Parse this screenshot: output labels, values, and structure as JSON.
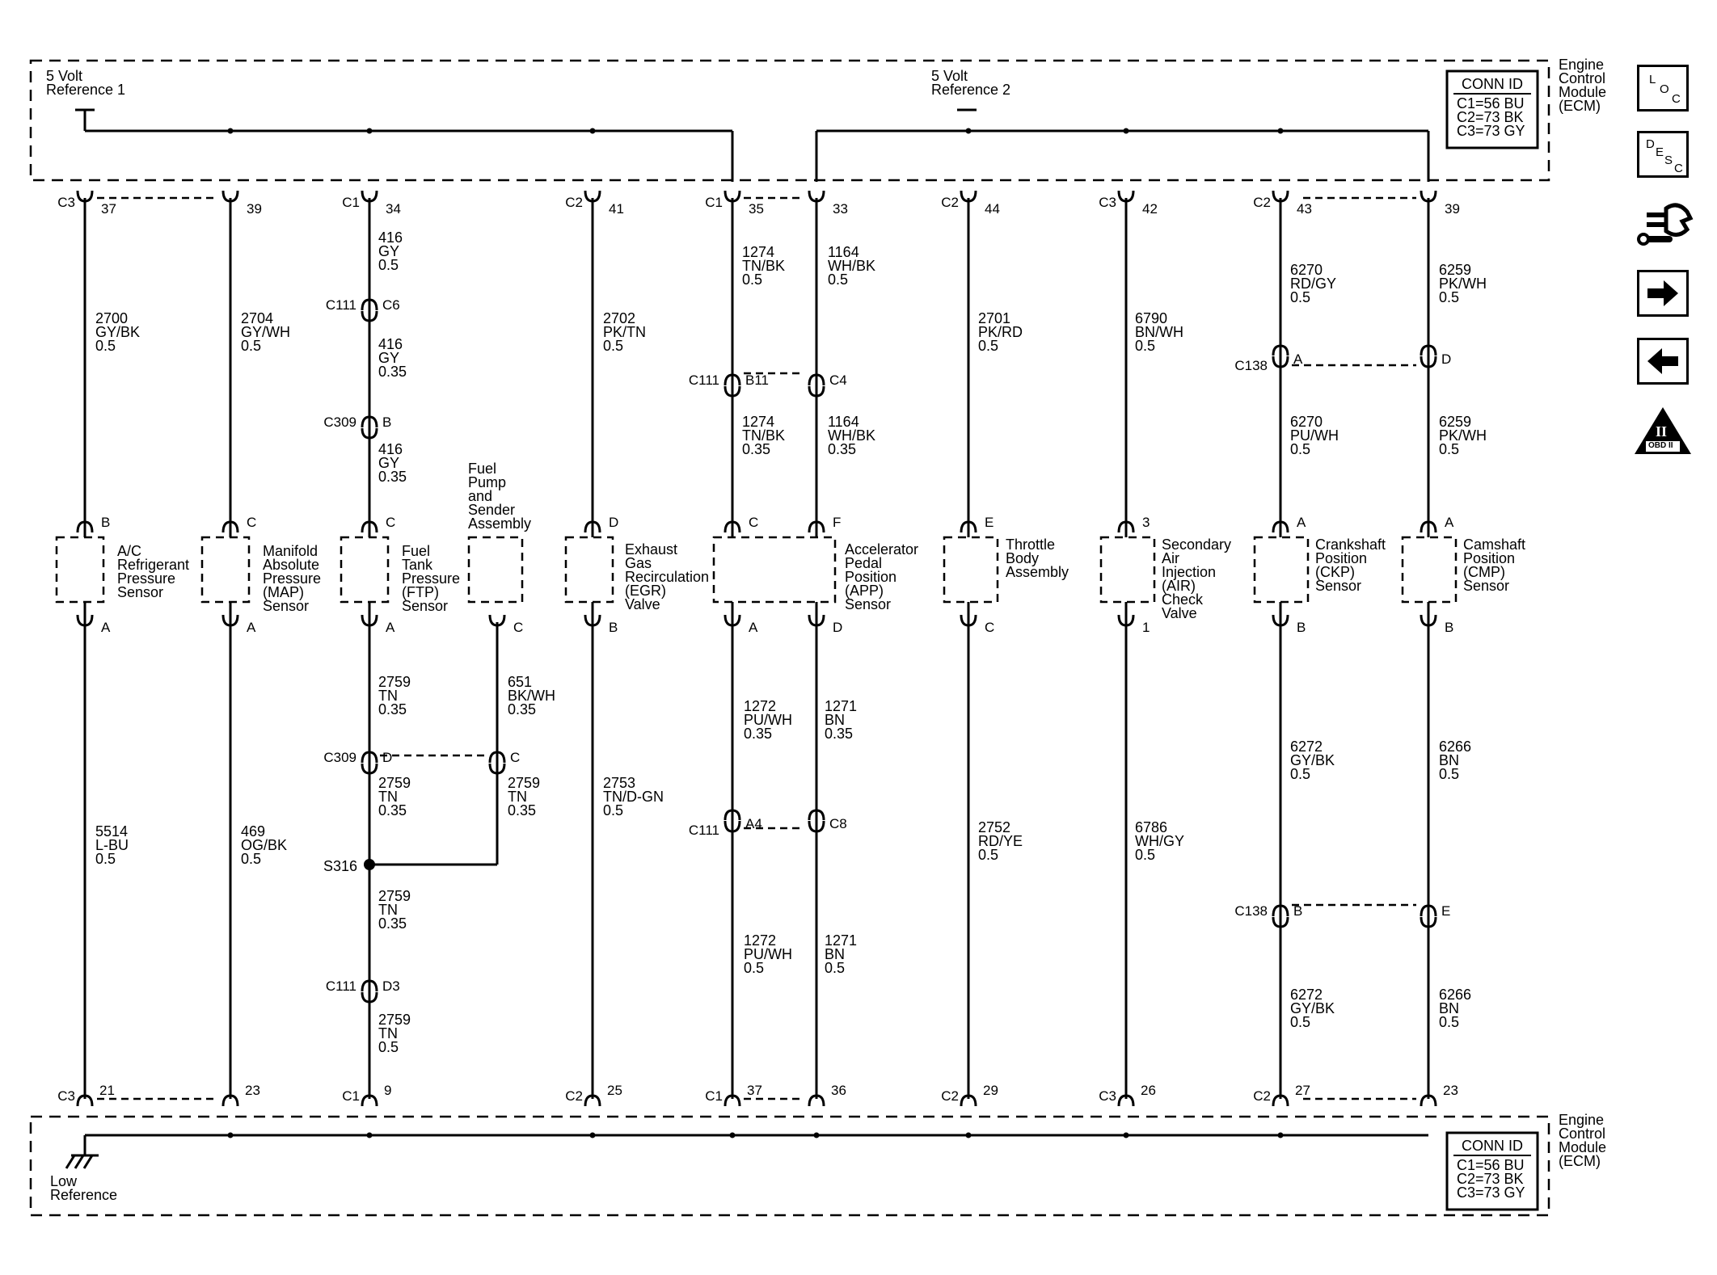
{
  "supply_labels": [
    {
      "lines": [
        "5 Volt",
        "Reference 1"
      ]
    },
    {
      "lines": [
        "5 Volt",
        "Reference 2"
      ]
    }
  ],
  "ground_label": {
    "lines": [
      "Low",
      "Reference"
    ]
  },
  "ecm_label": {
    "lines": [
      "Engine",
      "Control",
      "Module",
      "(ECM)"
    ]
  },
  "conn_id_box": {
    "title": "CONN ID",
    "lines": [
      "C1=56 BU",
      "C2=73 BK",
      "C3=73 GY"
    ]
  },
  "components": [
    {
      "name": "ac-refrigerant-pressure-sensor",
      "lines": [
        "A/C",
        "Refrigerant",
        "Pressure",
        "Sensor"
      ]
    },
    {
      "name": "map-sensor",
      "lines": [
        "Manifold",
        "Absolute",
        "Pressure",
        "(MAP)",
        "Sensor"
      ]
    },
    {
      "name": "ftp-sensor",
      "lines": [
        "Fuel",
        "Tank",
        "Pressure",
        "(FTP)",
        "Sensor"
      ]
    },
    {
      "name": "fuel-pump-sender-assembly",
      "lines": [
        "Fuel",
        "Pump",
        "and",
        "Sender",
        "Assembly"
      ]
    },
    {
      "name": "egr-valve",
      "lines": [
        "Exhaust",
        "Gas",
        "Recirculation",
        "(EGR)",
        "Valve"
      ]
    },
    {
      "name": "app-sensor",
      "lines": [
        "Accelerator",
        "Pedal",
        "Position",
        "(APP)",
        "Sensor"
      ]
    },
    {
      "name": "throttle-body-assembly",
      "lines": [
        "Throttle",
        "Body",
        "Assembly"
      ]
    },
    {
      "name": "air-check-valve",
      "lines": [
        "Secondary",
        "Air",
        "Injection",
        "(AIR)",
        "Check",
        "Valve"
      ]
    },
    {
      "name": "ckp-sensor",
      "lines": [
        "Crankshaft",
        "Position",
        "(CKP)",
        "Sensor"
      ]
    },
    {
      "name": "cmp-sensor",
      "lines": [
        "Camshaft",
        "Position",
        "(CMP)",
        "Sensor"
      ]
    }
  ],
  "ecm_pins_top": [
    {
      "conn": "C3",
      "pin": "37"
    },
    {
      "conn": "",
      "pin": "39"
    },
    {
      "conn": "C1",
      "pin": "34"
    },
    {
      "conn": "C2",
      "pin": "41"
    },
    {
      "conn": "C1",
      "pin": "35"
    },
    {
      "conn": "",
      "pin": "33"
    },
    {
      "conn": "C2",
      "pin": "44"
    },
    {
      "conn": "C3",
      "pin": "42"
    },
    {
      "conn": "C2",
      "pin": "43"
    },
    {
      "conn": "",
      "pin": "39"
    }
  ],
  "ecm_pins_bottom": [
    {
      "conn": "C3",
      "pin": "21"
    },
    {
      "conn": "",
      "pin": "23"
    },
    {
      "conn": "C1",
      "pin": "9"
    },
    {
      "conn": "C2",
      "pin": "25"
    },
    {
      "conn": "C1",
      "pin": "37"
    },
    {
      "conn": "",
      "pin": "36"
    },
    {
      "conn": "C2",
      "pin": "29"
    },
    {
      "conn": "C3",
      "pin": "26"
    },
    {
      "conn": "C2",
      "pin": "27"
    },
    {
      "conn": "",
      "pin": "23"
    }
  ],
  "component_pins": [
    {
      "top": "B",
      "bottom": "A"
    },
    {
      "top": "C",
      "bottom": "A"
    },
    {
      "top": "C",
      "bottom": "A"
    },
    {
      "top": "",
      "bottom": "C"
    },
    {
      "top": "D",
      "bottom": "B"
    },
    {
      "top": "C",
      "bottom": "A"
    },
    {
      "top": "F",
      "bottom": "D"
    },
    {
      "top": "E",
      "bottom": "C"
    },
    {
      "top": "3",
      "bottom": "1"
    },
    {
      "top": "A",
      "bottom": "B"
    },
    {
      "top": "A",
      "bottom": "B"
    }
  ],
  "inline_connectors": [
    {
      "name": "C111",
      "pin": "C6"
    },
    {
      "name": "C309",
      "pin": "B"
    },
    {
      "name": "C111",
      "pin": "B11"
    },
    {
      "name": "",
      "pin": "C4"
    },
    {
      "name": "C138",
      "pin": "A"
    },
    {
      "name": "",
      "pin": "D"
    },
    {
      "name": "C309",
      "pin": "D"
    },
    {
      "name": "",
      "pin": "C"
    },
    {
      "name": "C111",
      "pin": "A4"
    },
    {
      "name": "",
      "pin": "C8"
    },
    {
      "name": "C111",
      "pin": "D3"
    },
    {
      "name": "C138",
      "pin": "B"
    },
    {
      "name": "",
      "pin": "E"
    }
  ],
  "splice": {
    "name": "S316"
  },
  "wires": [
    {
      "circuit": "2700",
      "color": "GY/BK",
      "size": "0.5"
    },
    {
      "circuit": "2704",
      "color": "GY/WH",
      "size": "0.5"
    },
    {
      "circuit": "416",
      "color": "GY",
      "size": "0.5"
    },
    {
      "circuit": "416",
      "color": "GY",
      "size": "0.35"
    },
    {
      "circuit": "416",
      "color": "GY",
      "size": "0.35"
    },
    {
      "circuit": "2702",
      "color": "PK/TN",
      "size": "0.5"
    },
    {
      "circuit": "1274",
      "color": "TN/BK",
      "size": "0.5"
    },
    {
      "circuit": "1274",
      "color": "TN/BK",
      "size": "0.35"
    },
    {
      "circuit": "1164",
      "color": "WH/BK",
      "size": "0.5"
    },
    {
      "circuit": "1164",
      "color": "WH/BK",
      "size": "0.35"
    },
    {
      "circuit": "2701",
      "color": "PK/RD",
      "size": "0.5"
    },
    {
      "circuit": "6790",
      "color": "BN/WH",
      "size": "0.5"
    },
    {
      "circuit": "6270",
      "color": "RD/GY",
      "size": "0.5"
    },
    {
      "circuit": "6270",
      "color": "PU/WH",
      "size": "0.5"
    },
    {
      "circuit": "6259",
      "color": "PK/WH",
      "size": "0.5"
    },
    {
      "circuit": "6259",
      "color": "PK/WH",
      "size": "0.5"
    },
    {
      "circuit": "5514",
      "color": "L-BU",
      "size": "0.5"
    },
    {
      "circuit": "469",
      "color": "OG/BK",
      "size": "0.5"
    },
    {
      "circuit": "2759",
      "color": "TN",
      "size": "0.35"
    },
    {
      "circuit": "2759",
      "color": "TN",
      "size": "0.35"
    },
    {
      "circuit": "2759",
      "color": "TN",
      "size": "0.35"
    },
    {
      "circuit": "2759",
      "color": "TN",
      "size": "0.5"
    },
    {
      "circuit": "651",
      "color": "BK/WH",
      "size": "0.35"
    },
    {
      "circuit": "2759",
      "color": "TN",
      "size": "0.35"
    },
    {
      "circuit": "2753",
      "color": "TN/D-GN",
      "size": "0.5"
    },
    {
      "circuit": "1272",
      "color": "PU/WH",
      "size": "0.35"
    },
    {
      "circuit": "1272",
      "color": "PU/WH",
      "size": "0.5"
    },
    {
      "circuit": "1271",
      "color": "BN",
      "size": "0.35"
    },
    {
      "circuit": "1271",
      "color": "BN",
      "size": "0.5"
    },
    {
      "circuit": "2752",
      "color": "RD/YE",
      "size": "0.5"
    },
    {
      "circuit": "6786",
      "color": "WH/GY",
      "size": "0.5"
    },
    {
      "circuit": "6272",
      "color": "GY/BK",
      "size": "0.5"
    },
    {
      "circuit": "6272",
      "color": "GY/BK",
      "size": "0.5"
    },
    {
      "circuit": "6266",
      "color": "BN",
      "size": "0.5"
    },
    {
      "circuit": "6266",
      "color": "BN",
      "size": "0.5"
    }
  ],
  "nav": {
    "loc": [
      "L",
      "O",
      "C"
    ],
    "desc": [
      "D",
      "E",
      "S",
      "C"
    ],
    "obd": {
      "numeral": "II",
      "text": "OBD II"
    }
  }
}
